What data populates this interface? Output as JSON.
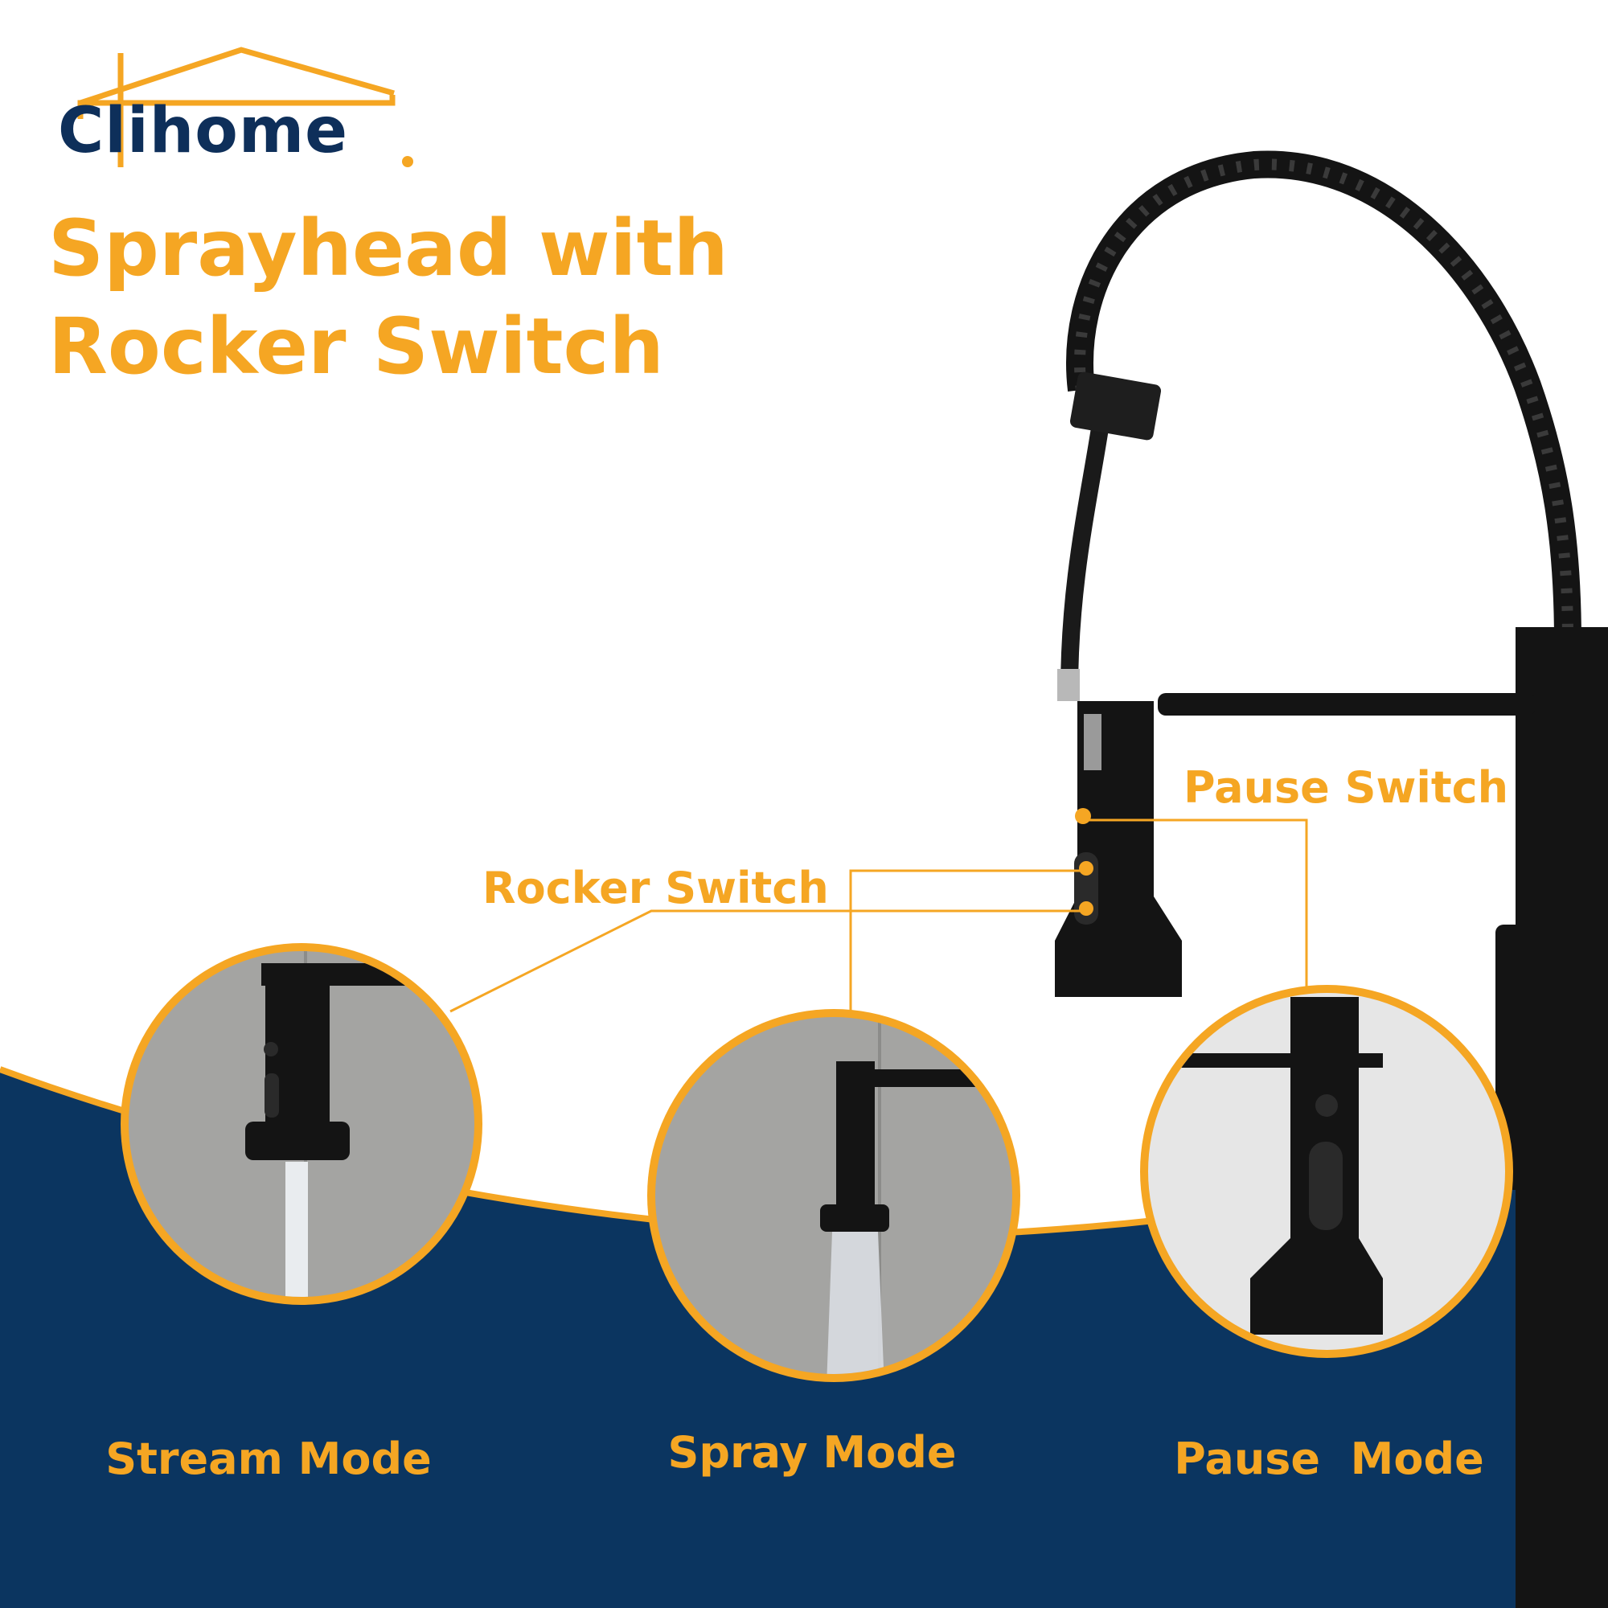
{
  "brand": {
    "name": "Clihome",
    "accent_color": "#f5a623",
    "text_color": "#0e2f5a"
  },
  "headline": {
    "line1": "Sprayhead with",
    "line2": "Rocker Switch",
    "color": "#f5a623"
  },
  "callouts": {
    "pause_switch": "Pause Switch",
    "rocker_switch": "Rocker Switch"
  },
  "modes": [
    {
      "label": "Stream Mode"
    },
    {
      "label": "Spray Mode"
    },
    {
      "label": "Pause  Mode"
    }
  ],
  "colors": {
    "navy": "#0b3560",
    "orange": "#f5a623",
    "tile_gray": "#a4a4a2",
    "faucet_black": "#141414"
  }
}
